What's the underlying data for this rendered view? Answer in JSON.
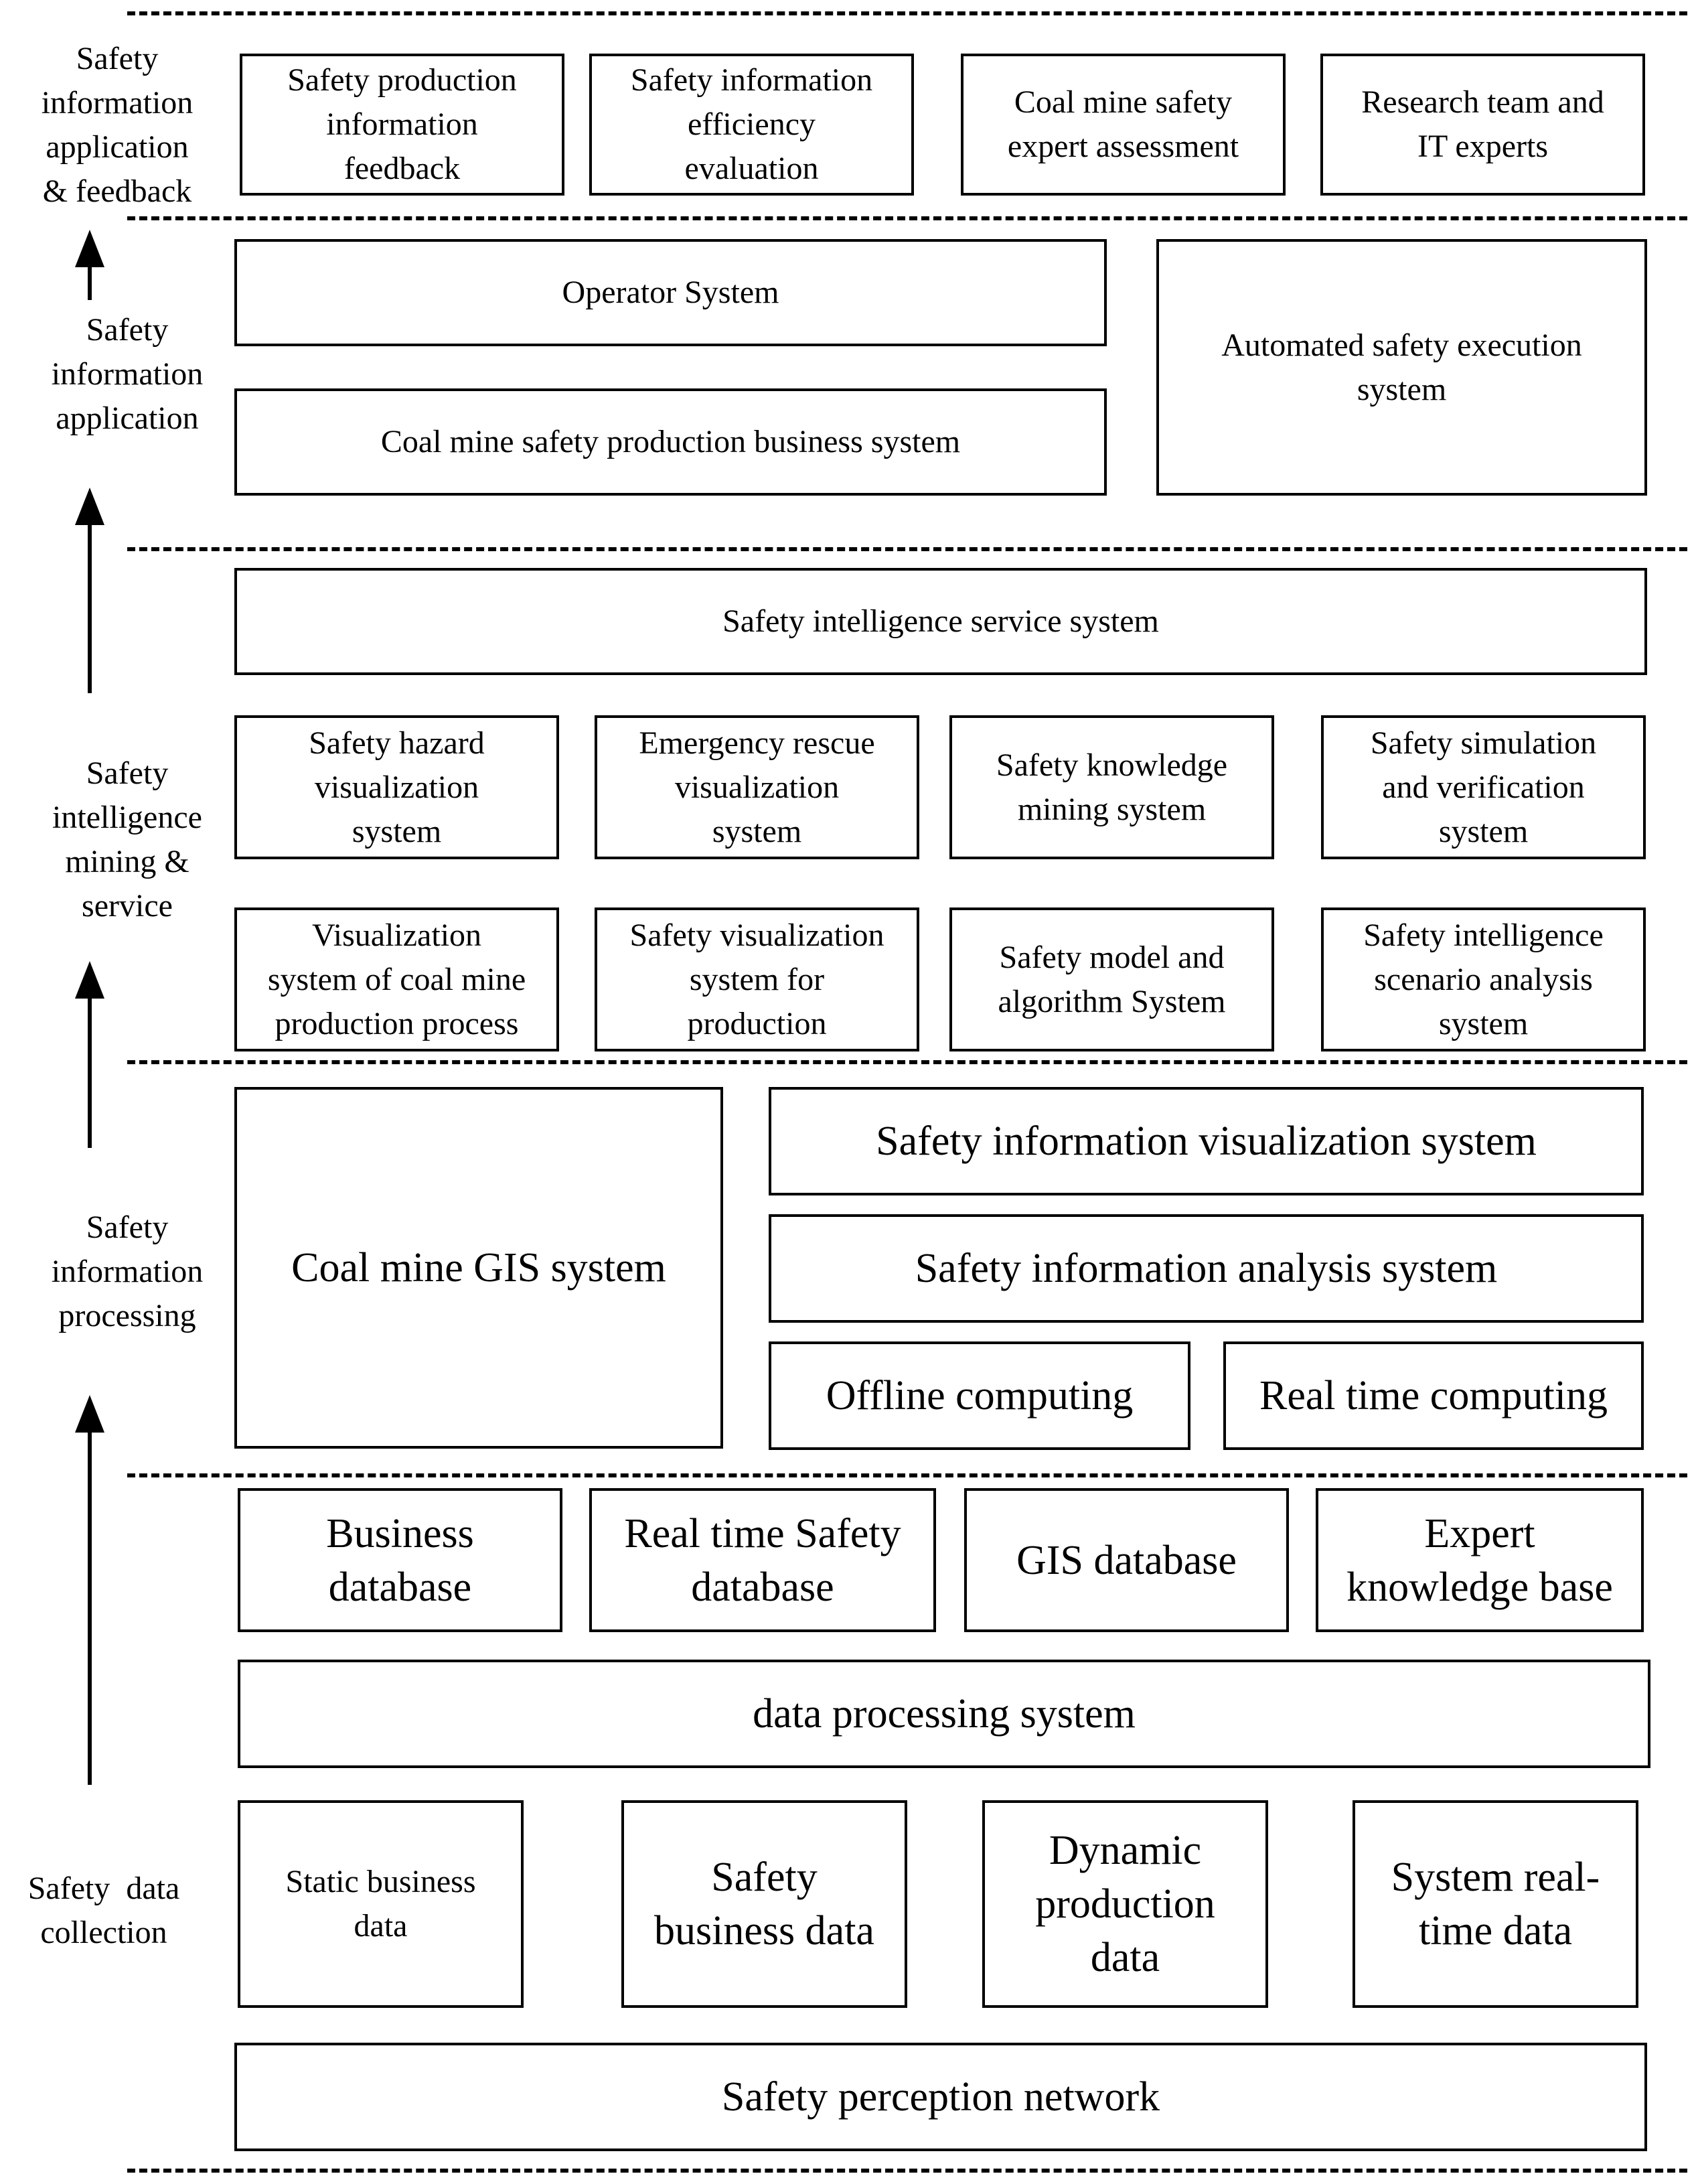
{
  "layers": {
    "feedback": {
      "label": "Safety\ninformation\napplication\n& feedback",
      "boxes": [
        "Safety production\ninformation\nfeedback",
        "Safety information\nefficiency\nevaluation",
        "Coal mine safety\nexpert assessment",
        "Research team and\nIT experts"
      ]
    },
    "application": {
      "label": "Safety\ninformation\napplication",
      "operator": "Operator System",
      "business": "Coal mine safety production business system",
      "automated": "Automated safety execution\nsystem"
    },
    "mining": {
      "label": "Safety\nintelligence\nmining &\nservice",
      "service": "Safety intelligence service system",
      "row1": [
        "Safety hazard\nvisualization\nsystem",
        "Emergency rescue\nvisualization\nsystem",
        "Safety knowledge\nmining system",
        "Safety simulation\nand verification\nsystem"
      ],
      "row2": [
        "Visualization\nsystem of coal mine\nproduction process",
        "Safety visualization\nsystem for\nproduction",
        "Safety model and\nalgorithm System",
        "Safety intelligence\nscenario analysis\nsystem"
      ]
    },
    "processing": {
      "label": "Safety\ninformation\nprocessing",
      "gis": "Coal mine GIS system",
      "visualization": "Safety information visualization system",
      "analysis": "Safety information analysis system",
      "offline": "Offline computing",
      "realtime": "Real time computing"
    },
    "collection": {
      "label": "Safety  data\ncollection",
      "databases": [
        "Business\ndatabase",
        "Real time Safety\ndatabase",
        "GIS database",
        "Expert\nknowledge base"
      ],
      "data_processing": "data processing system",
      "sources": [
        "Static business\ndata",
        "Safety\nbusiness data",
        "Dynamic\nproduction\ndata",
        "System real-\ntime data"
      ],
      "network": "Safety perception network"
    }
  }
}
